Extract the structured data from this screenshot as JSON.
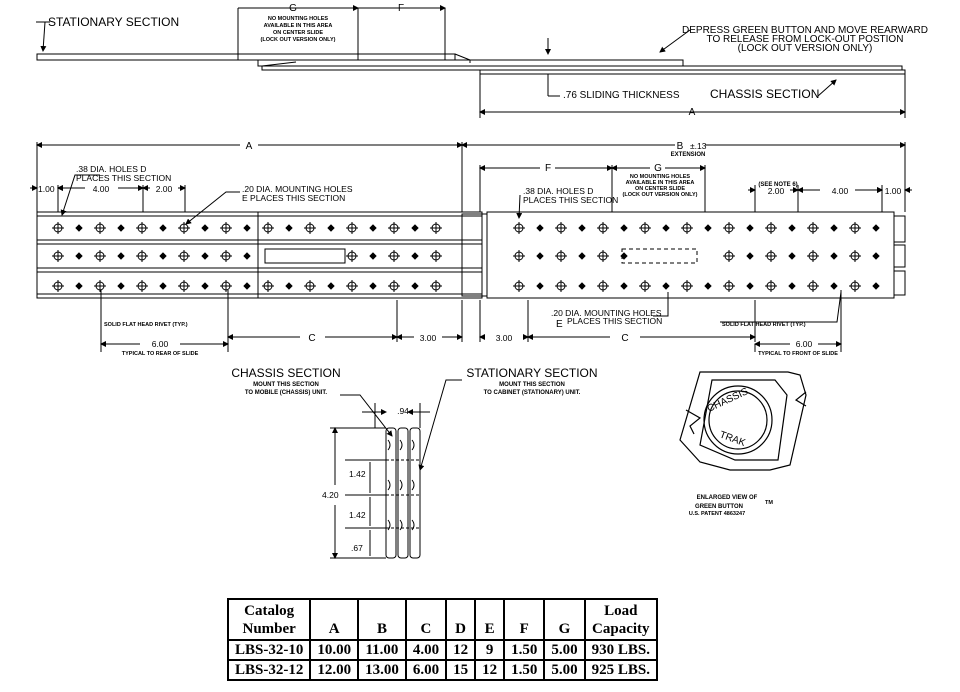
{
  "labels": {
    "stationary_top": "STATIONARY SECTION",
    "g": "G",
    "f": "F",
    "no_mount_1": "NO MOUNTING HOLES",
    "no_mount_2": "AVAILABLE IN THIS AREA",
    "no_mount_3": "ON CENTER SLIDE",
    "no_mount_4": "(LOCK OUT VERSION ONLY)",
    "depress_1": "DEPRESS GREEN BUTTON AND MOVE REARWARD",
    "depress_2": "TO RELEASE FROM LOCK-OUT POSTION",
    "depress_3": "(LOCK OUT VERSION ONLY)",
    "sliding_thickness": ".76 SLIDING THICKNESS",
    "chassis_section": "CHASSIS SECTION",
    "a": "A",
    "b": "B",
    "b_tol": "±.13",
    "extension": "EXTENSION",
    "dim_100": "1.00",
    "dim_400": "4.00",
    "dim_200": "2.00",
    "holes38_l1": ".38 DIA. HOLES D",
    "holes38_l2": "PLACES THIS SECTION",
    "holes20_l1": ".20 DIA. MOUNTING HOLES",
    "holes20_l2": "E PLACES THIS SECTION",
    "see_note": "(SEE NOTE 6)",
    "rivet": "SOLID FLAT HEAD RIVET (TYP.)",
    "dim_600": "6.00",
    "typ_rear": "TYPICAL TO REAR OF SLIDE",
    "typ_front": "TYPICAL TO FRONT OF SLIDE",
    "c": "C",
    "dim_300": "3.00",
    "e": "E",
    "holes20b_l1": ".20 DIA. MOUNTING HOLES",
    "holes20b_l2": "PLACES THIS SECTION",
    "chassis_mount_1": "MOUNT THIS SECTION",
    "chassis_mount_2": "TO MOBILE (CHASSIS) UNIT.",
    "stationary_section": "STATIONARY SECTION",
    "stat_mount_1": "MOUNT THIS SECTION",
    "stat_mount_2": "TO CABINET (STATIONARY) UNIT.",
    "dim_094": ".94",
    "dim_420": "4.20",
    "dim_142": "1.42",
    "dim_067": ".67",
    "button_chassis": "CHASSIS",
    "button_trak": "TRAK",
    "enlarged_1": "ENLARGED VIEW OF",
    "enlarged_2": "GREEN BUTTON",
    "tm": "TM",
    "patent": "U.S. PATENT 4863247"
  },
  "table": {
    "headers": [
      [
        "Catalog",
        "Number"
      ],
      [
        "",
        "A"
      ],
      [
        "",
        "B"
      ],
      [
        "",
        "C"
      ],
      [
        "",
        "D"
      ],
      [
        "",
        "E"
      ],
      [
        "",
        "F"
      ],
      [
        "",
        "G"
      ],
      [
        "Load",
        "Capacity"
      ]
    ],
    "rows": [
      [
        "LBS-32-10",
        "10.00",
        "11.00",
        "4.00",
        "12",
        "9",
        "1.50",
        "5.00",
        "930 LBS."
      ],
      [
        "LBS-32-12",
        "12.00",
        "13.00",
        "6.00",
        "15",
        "12",
        "1.50",
        "5.00",
        "925 LBS."
      ]
    ]
  }
}
